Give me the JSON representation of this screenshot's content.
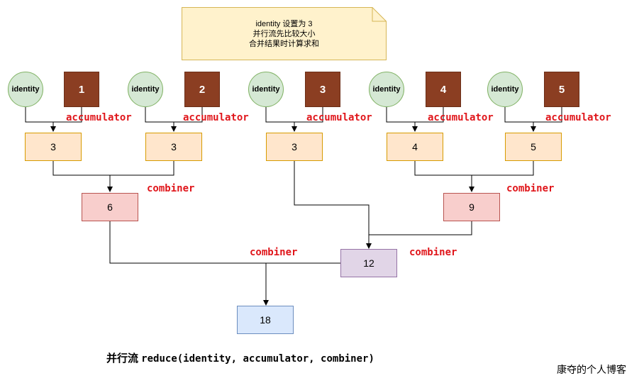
{
  "note": {
    "lines": [
      "identity 设置为 3",
      "并行流先比较大小",
      "合并结果时计算求和"
    ]
  },
  "inputs": [
    {
      "identity": "identity",
      "element": "1",
      "operation": "accumulator",
      "result": "3"
    },
    {
      "identity": "identity",
      "element": "2",
      "operation": "accumulator",
      "result": "3"
    },
    {
      "identity": "identity",
      "element": "3",
      "operation": "accumulator",
      "result": "3"
    },
    {
      "identity": "identity",
      "element": "4",
      "operation": "accumulator",
      "result": "4"
    },
    {
      "identity": "identity",
      "element": "5",
      "operation": "accumulator",
      "result": "5"
    }
  ],
  "combine_level1": [
    {
      "value": "6",
      "operation": "combiner"
    },
    {
      "value": "9",
      "operation": "combiner"
    }
  ],
  "combine_level2": {
    "value": "12",
    "operation": "combiner"
  },
  "final": {
    "value": "18",
    "operation": "combiner"
  },
  "caption": {
    "prefix": "并行流 ",
    "code": "reduce(identity, accumulator, combiner)"
  },
  "watermark": "康夺的个人博客",
  "colors": {
    "identity_fill": "#d5e8d4",
    "element_fill": "#8b3e22",
    "partial_fill": "#ffe6cc",
    "combine_fill": "#f8cecc",
    "level2_fill": "#e1d5e7",
    "final_fill": "#dae8fc",
    "note_fill": "#fff2cc",
    "operation_text": "#e0161b"
  }
}
